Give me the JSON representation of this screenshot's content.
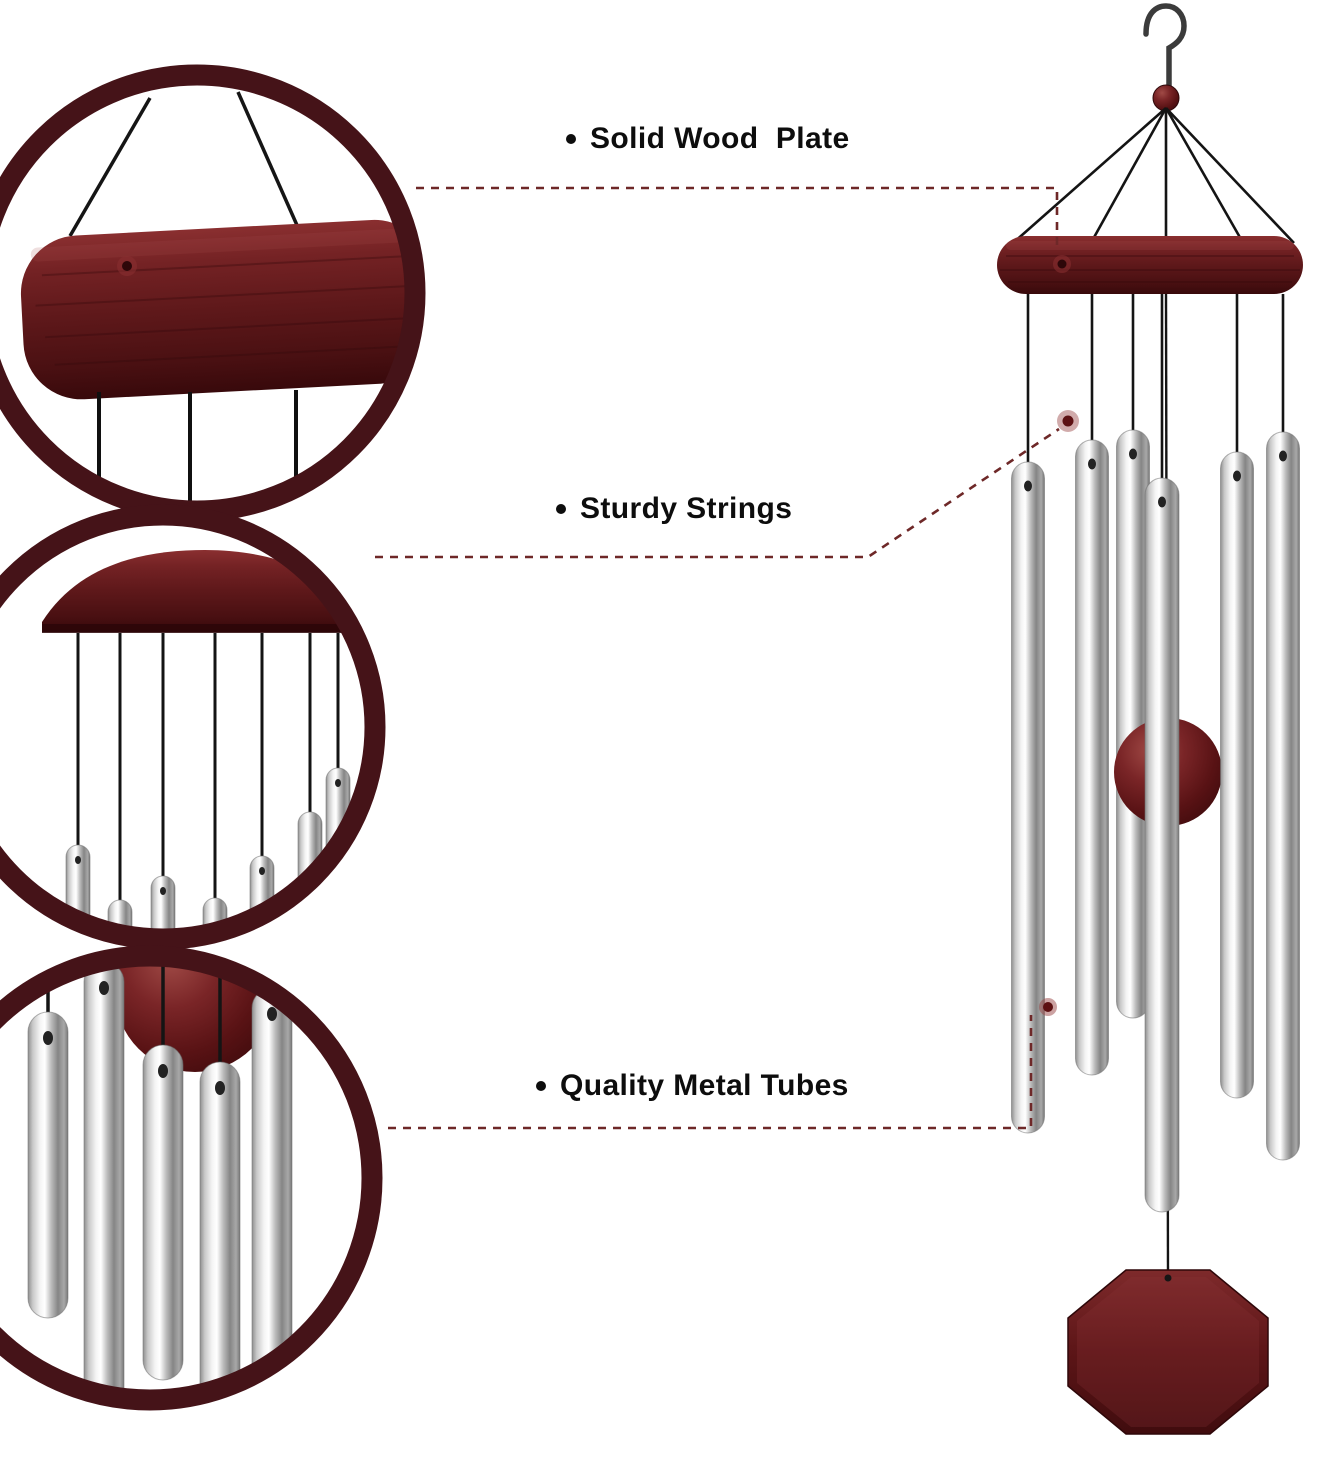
{
  "image": {
    "type": "annotated-product-figure",
    "subject": "wind chime",
    "background": "#ffffff"
  },
  "callouts": [
    {
      "id": "wood-plate",
      "label": "Solid Wood  Plate"
    },
    {
      "id": "strings",
      "label": "Sturdy Strings"
    },
    {
      "id": "metal-tubes",
      "label": "Quality Metal Tubes"
    }
  ],
  "figure": {
    "zoom_insets": [
      {
        "feature": "wood-plate-closeup"
      },
      {
        "feature": "strings-closeup"
      },
      {
        "feature": "metal-tubes-closeup"
      }
    ],
    "tube_count": 6
  },
  "colors": {
    "wood_dark_red": "#5e181a",
    "ring_maroon": "#451318",
    "leader_line": "#6e2828",
    "marker_red": "#5d1012",
    "tube_silver": "#c9c9c9",
    "string_black": "#141414",
    "text": "#0d0d0d",
    "background": "#ffffff"
  }
}
